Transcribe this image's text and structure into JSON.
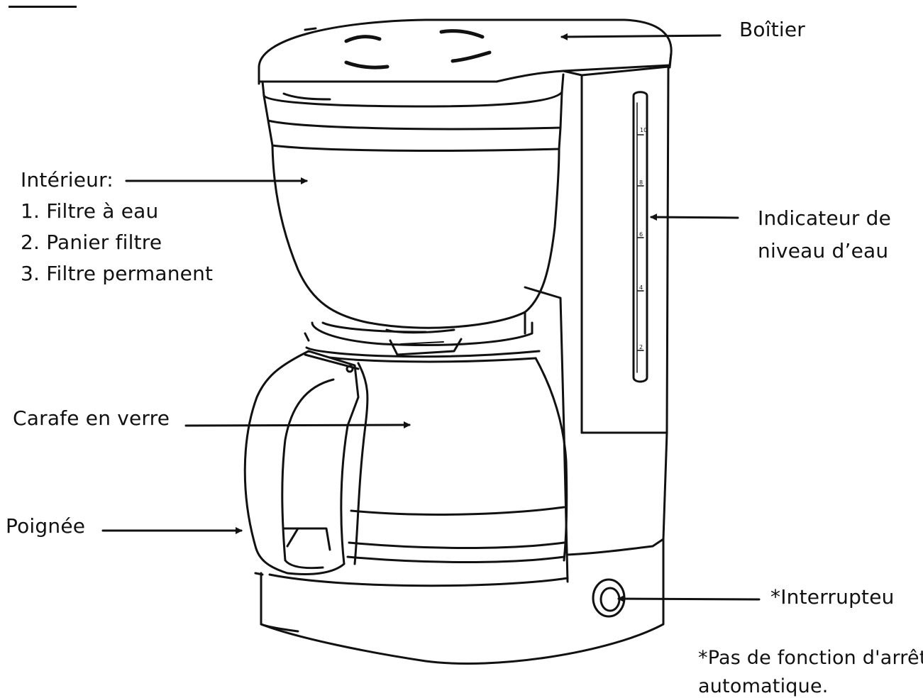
{
  "labels": {
    "housing": "Boîtier",
    "interior_title": "Intérieur:",
    "interior_items": [
      "1. Filtre à eau",
      "2. Panier filtre",
      "3. Filtre permanent"
    ],
    "water_level_line1": "Indicateur de",
    "water_level_line2": "niveau d’eau",
    "carafe": "Carafe en verre",
    "handle": "Poignée",
    "switch": "*Interrupteu",
    "note_line1": "*Pas de fonction d'arrêt",
    "note_line2": "automatique."
  },
  "water_level_marks": [
    "10",
    "8",
    "6",
    "4",
    "2"
  ],
  "colors": {
    "line": "#111111",
    "background": "#ffffff"
  }
}
